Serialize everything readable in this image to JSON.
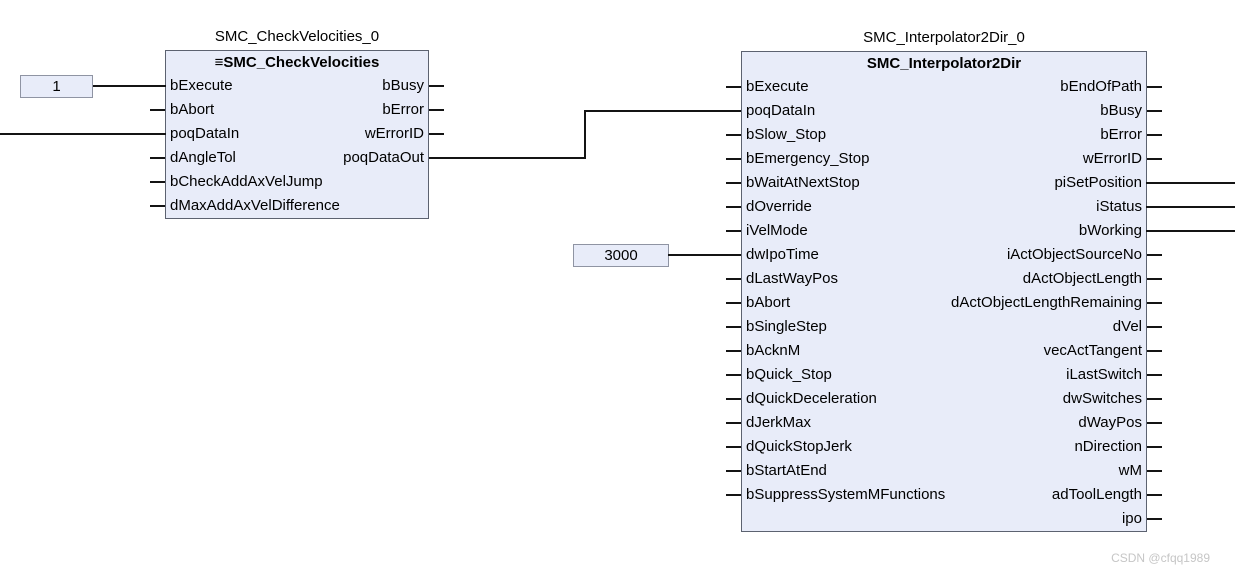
{
  "colors": {
    "block_fill": "#e8ecf9",
    "block_border": "#5c6270",
    "wire": "#141414",
    "text": "#000000",
    "watermark": "#c6c6c6"
  },
  "watermark": "CSDN @cfqq1989",
  "literals": {
    "bexecute_value": "1",
    "dwipotime_value": "3000"
  },
  "blocks": {
    "check_velocities": {
      "instance_name": "SMC_CheckVelocities_0",
      "type_icon": "≡",
      "type_name": "SMC_CheckVelocities",
      "rows": [
        {
          "in": "bExecute",
          "out": "bBusy"
        },
        {
          "in": "bAbort",
          "out": "bError"
        },
        {
          "in": "poqDataIn",
          "out": "wErrorID"
        },
        {
          "in": "dAngleTol",
          "out": "poqDataOut"
        },
        {
          "in": "bCheckAddAxVelJump",
          "out": ""
        },
        {
          "in": "dMaxAddAxVelDifference",
          "out": ""
        }
      ]
    },
    "interpolator": {
      "instance_name": "SMC_Interpolator2Dir_0",
      "type_icon": "",
      "type_name": "SMC_Interpolator2Dir",
      "rows": [
        {
          "in": "bExecute",
          "out": "bEndOfPath"
        },
        {
          "in": "poqDataIn",
          "out": "bBusy"
        },
        {
          "in": "bSlow_Stop",
          "out": "bError"
        },
        {
          "in": "bEmergency_Stop",
          "out": "wErrorID"
        },
        {
          "in": "bWaitAtNextStop",
          "out": "piSetPosition"
        },
        {
          "in": "dOverride",
          "out": "iStatus"
        },
        {
          "in": "iVelMode",
          "out": "bWorking"
        },
        {
          "in": "dwIpoTime",
          "out": "iActObjectSourceNo"
        },
        {
          "in": "dLastWayPos",
          "out": "dActObjectLength"
        },
        {
          "in": "bAbort",
          "out": "dActObjectLengthRemaining"
        },
        {
          "in": "bSingleStep",
          "out": "dVel"
        },
        {
          "in": "bAcknM",
          "out": "vecActTangent"
        },
        {
          "in": "bQuick_Stop",
          "out": "iLastSwitch"
        },
        {
          "in": "dQuickDeceleration",
          "out": "dwSwitches"
        },
        {
          "in": "dJerkMax",
          "out": "dWayPos"
        },
        {
          "in": "dQuickStopJerk",
          "out": "nDirection"
        },
        {
          "in": "bStartAtEnd",
          "out": "wM"
        },
        {
          "in": "bSuppressSystemMFunctions",
          "out": "adToolLength"
        },
        {
          "in": "",
          "out": "ipo"
        }
      ]
    }
  }
}
